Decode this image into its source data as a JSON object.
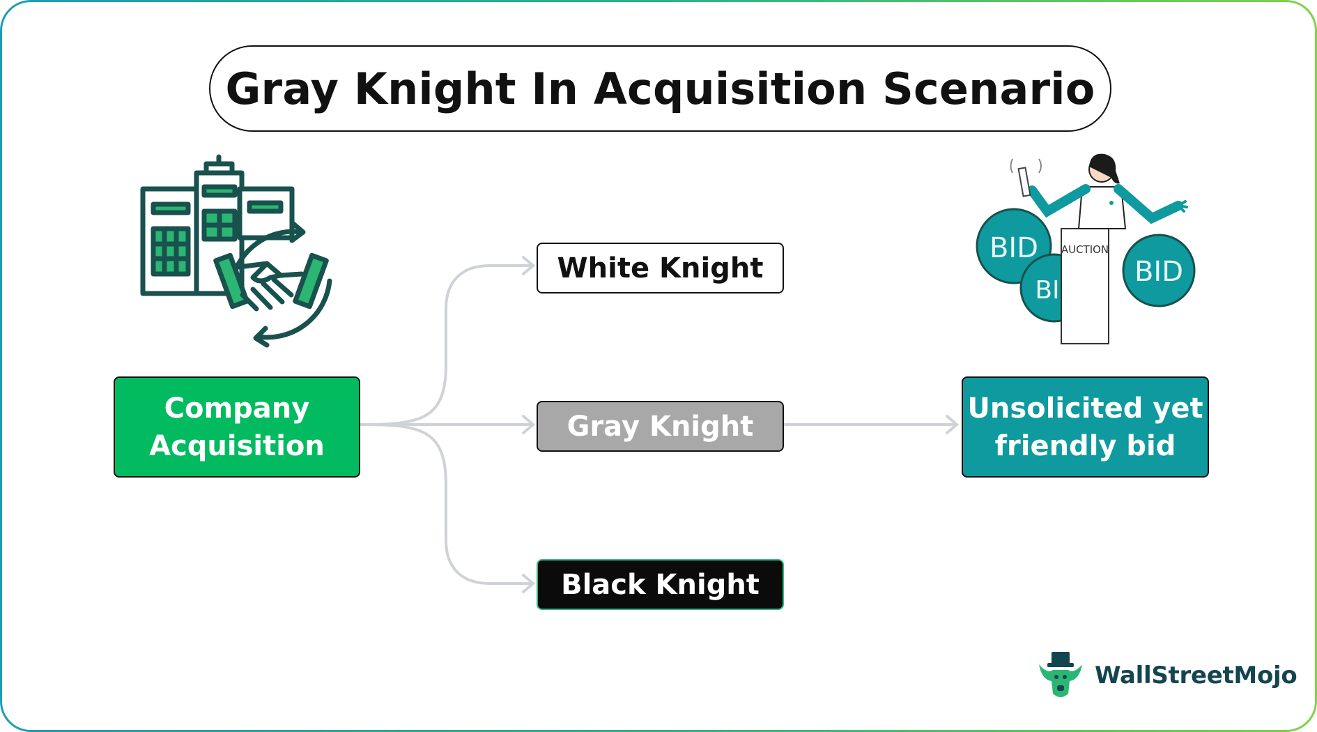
{
  "title": "Gray Knight In Acquisition Scenario",
  "nodes": {
    "company": "Company Acquisition",
    "white_knight": "White Knight",
    "gray_knight": "Gray Knight",
    "black_knight": "Black Knight",
    "outcome": "Unsolicited yet friendly bid"
  },
  "illustration": {
    "bid_label": "BID",
    "bid_partial": "BI",
    "podium_label": "AUCTION"
  },
  "brand": {
    "name": "WallStreetMojo"
  },
  "colors": {
    "company": "#02bb60",
    "gray": "#a8a8a8",
    "black": "#0b0b0b",
    "outcome": "#0e9a9e",
    "connector": "#cfd2d6",
    "icon": "#18514d",
    "icon_accent": "#2bb673"
  }
}
